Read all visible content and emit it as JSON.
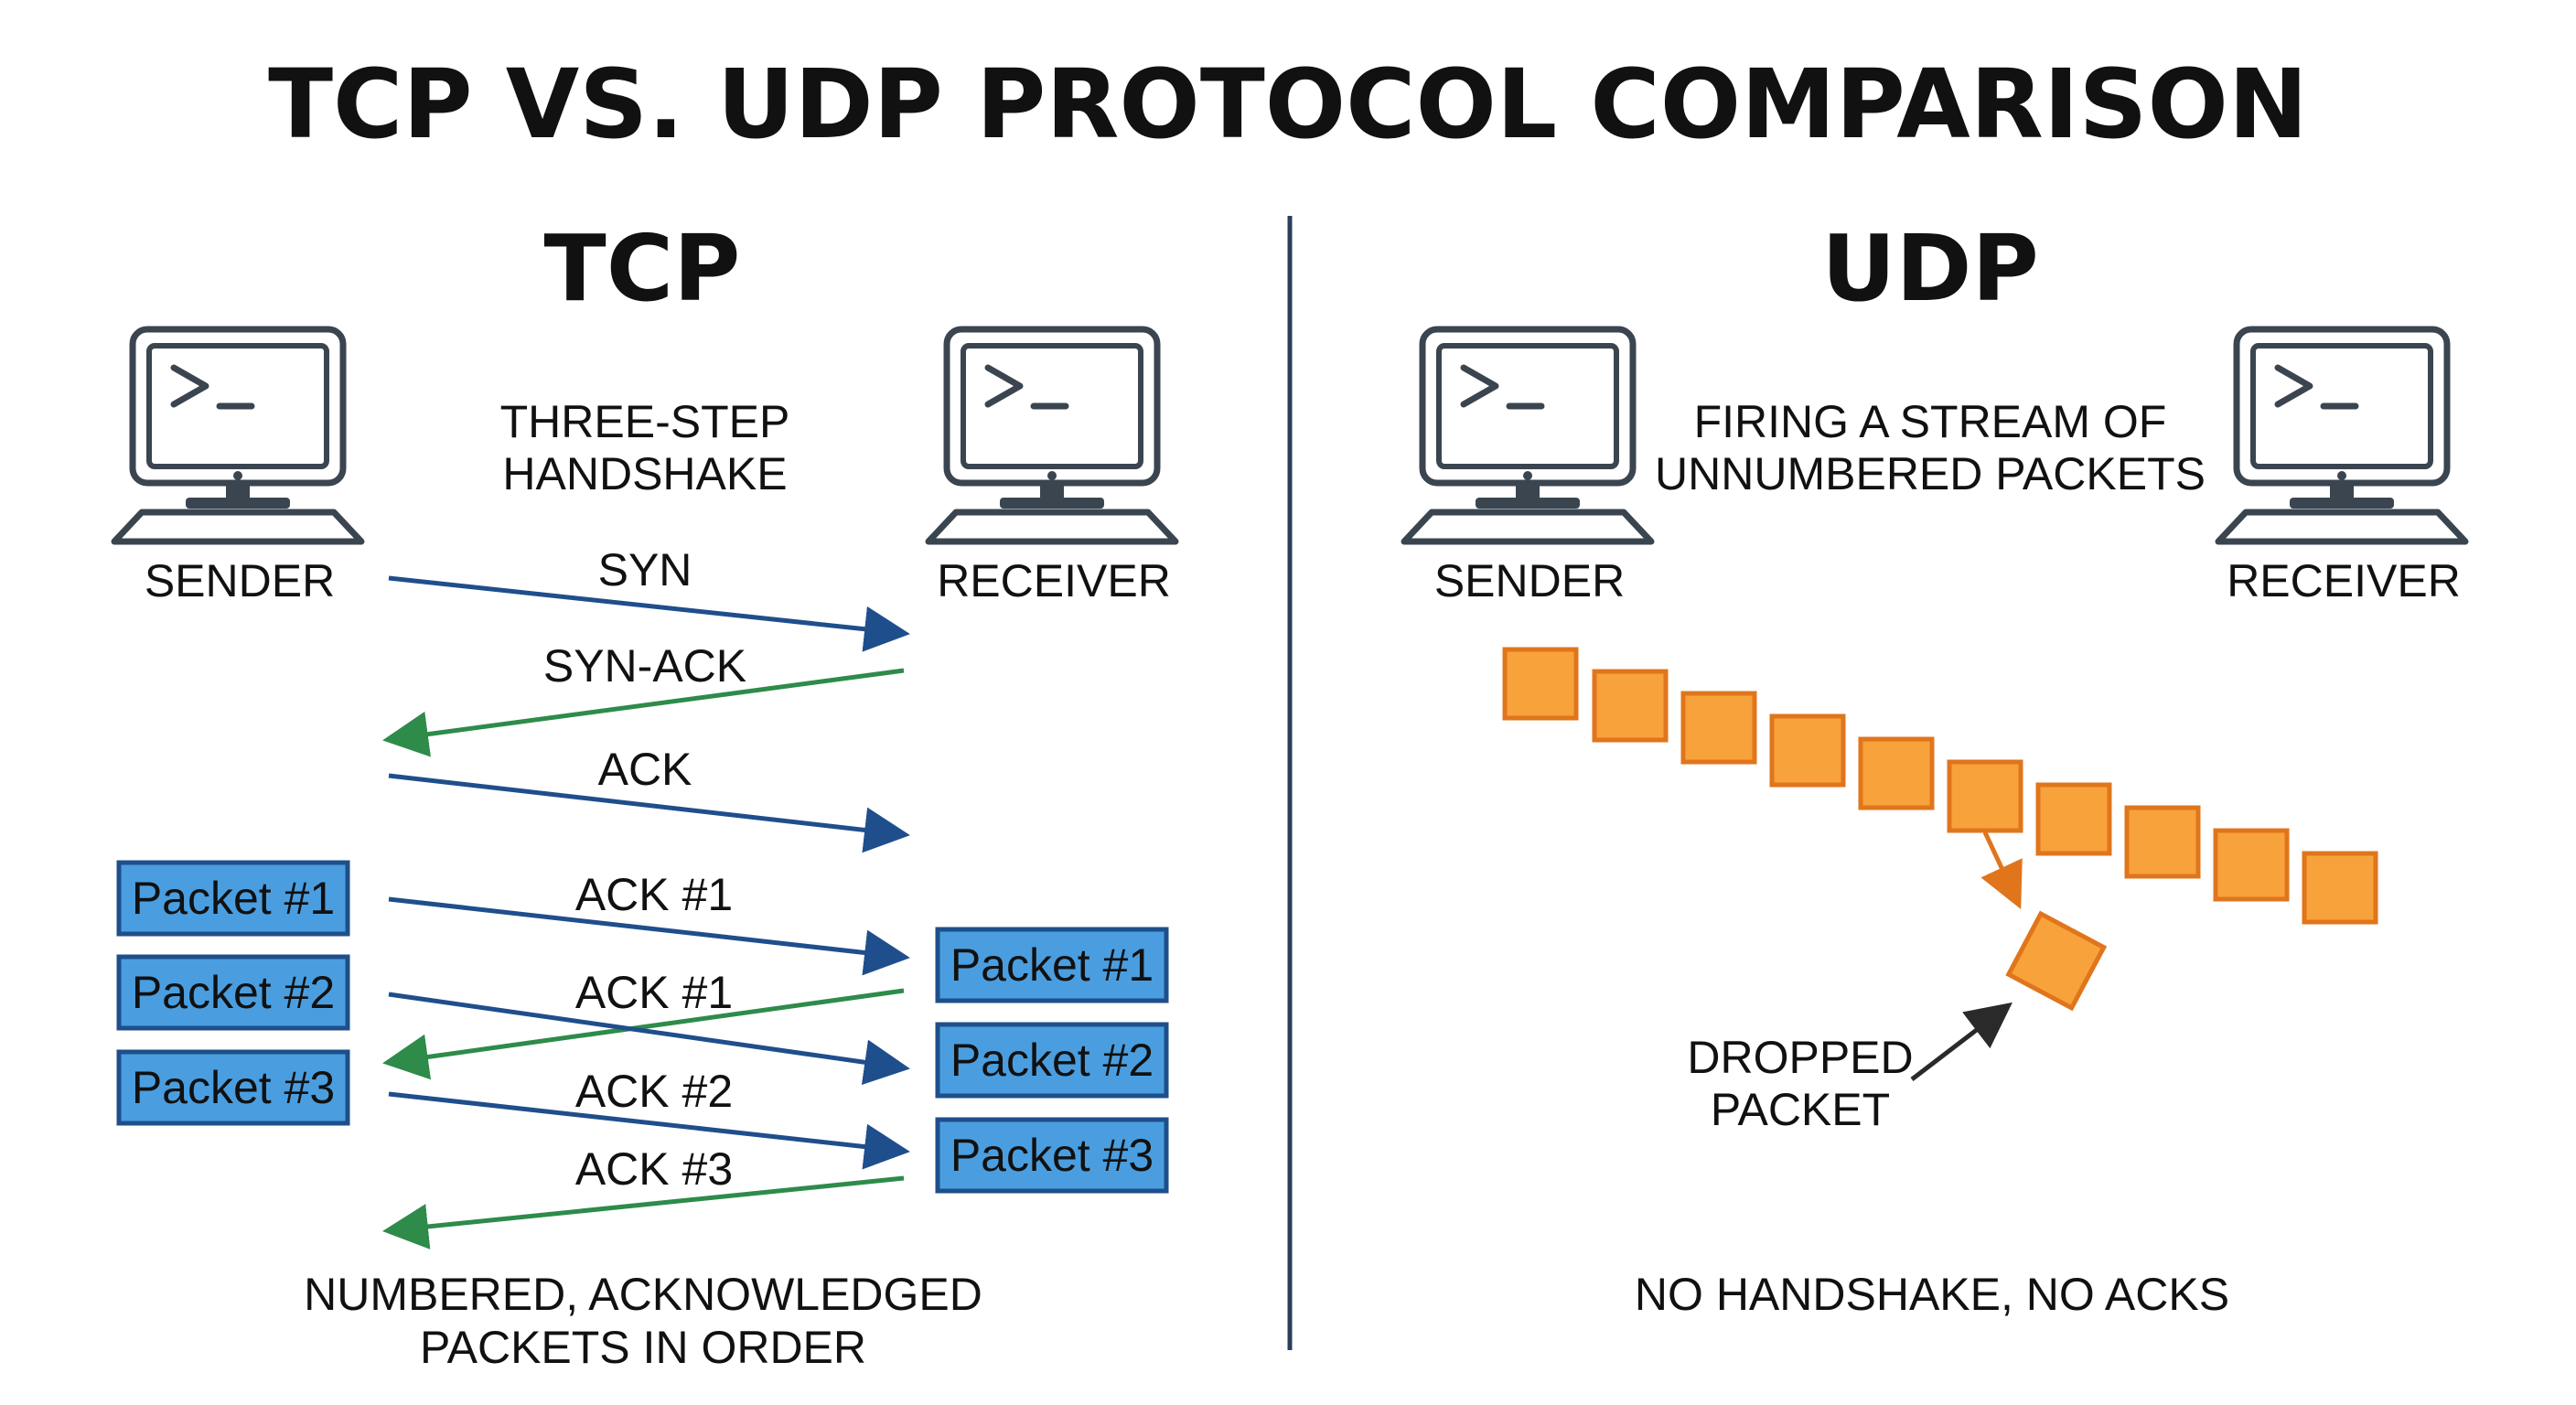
{
  "title": "TCP VS. UDP PROTOCOL COMPARISON",
  "tcp": {
    "heading": "TCP",
    "sender_label": "SENDER",
    "receiver_label": "RECEIVER",
    "handshake_label": [
      "THREE-STEP",
      "HANDSHAKE"
    ],
    "handshake_messages": [
      "SYN",
      "SYN-ACK",
      "ACK"
    ],
    "sender_packets": [
      "Packet #1",
      "Packet #2",
      "Packet #3"
    ],
    "receiver_packets": [
      "Packet #1",
      "Packet #2",
      "Packet #3"
    ],
    "ack_messages": [
      "ACK #1",
      "ACK #1",
      "ACK #2",
      "ACK #3"
    ],
    "footer": [
      "NUMBERED, ACKNOWLEDGED",
      "PACKETS IN ORDER"
    ]
  },
  "udp": {
    "heading": "UDP",
    "sender_label": "SENDER",
    "receiver_label": "RECEIVER",
    "stream_label": [
      "FIRING A STREAM OF",
      "UNNUMBERED PACKETS"
    ],
    "dropped_label": [
      "DROPPED",
      "PACKET"
    ],
    "footer": "NO HANDSHAKE, NO ACKS"
  },
  "colors": {
    "blue_arrow": "#1f4e8c",
    "green_arrow": "#2e8b4a",
    "packet_fill": "#4a9ee0",
    "packet_border": "#1e4f8a",
    "udp_packet_fill": "#f7a23b",
    "udp_packet_border": "#e0751c",
    "divider": "#2c3e5a",
    "monitor": "#3a4550"
  }
}
